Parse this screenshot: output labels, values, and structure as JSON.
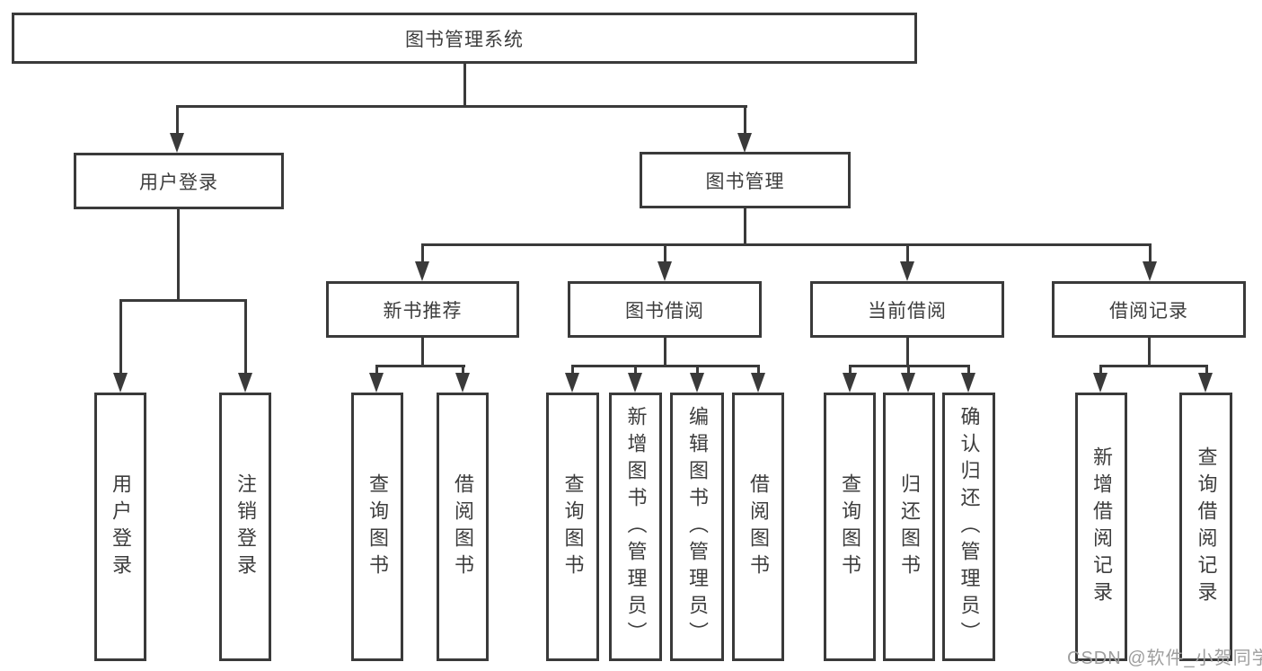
{
  "diagram": {
    "title": "图书管理系统",
    "root": {
      "label": "图书管理系统"
    },
    "level2": [
      {
        "label": "用户登录"
      },
      {
        "label": "图书管理"
      }
    ],
    "level3": [
      {
        "label": "新书推荐"
      },
      {
        "label": "图书借阅"
      },
      {
        "label": "当前借阅"
      },
      {
        "label": "借阅记录"
      }
    ],
    "leaves": [
      {
        "label": "用户登录",
        "parent": "用户登录"
      },
      {
        "label": "注销登录",
        "parent": "用户登录"
      },
      {
        "label": "查询图书",
        "parent": "新书推荐"
      },
      {
        "label": "借阅图书",
        "parent": "新书推荐"
      },
      {
        "label": "查询图书",
        "parent": "图书借阅"
      },
      {
        "label": "新增图书（管理员）",
        "parent": "图书借阅"
      },
      {
        "label": "编辑图书（管理员）",
        "parent": "图书借阅"
      },
      {
        "label": "借阅图书",
        "parent": "图书借阅"
      },
      {
        "label": "查询图书",
        "parent": "当前借阅"
      },
      {
        "label": "归还图书",
        "parent": "当前借阅"
      },
      {
        "label": "确认归还（管理员）",
        "parent": "当前借阅"
      },
      {
        "label": "新增借阅记录",
        "parent": "借阅记录"
      },
      {
        "label": "查询借阅记录",
        "parent": "借阅记录"
      }
    ],
    "watermark": "CSDN @软件_小贺同学",
    "colors": {
      "line": "#3a3a3a",
      "text": "#3d3d3d",
      "watermark": "#9e9e9e",
      "background": "#ffffff"
    }
  }
}
